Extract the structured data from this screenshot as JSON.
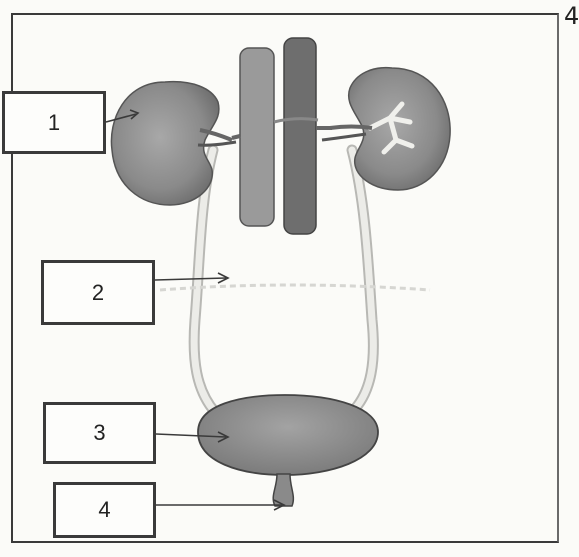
{
  "labels": {
    "l1": "1",
    "l2": "2",
    "l3": "3",
    "l4": "4"
  },
  "corner_mark": "4",
  "colors": {
    "organ": "#8c8c8c",
    "artery": "#6e6e6e",
    "vein": "#999999",
    "ureter": "#e4e4e0",
    "outline": "#3a3a3a"
  }
}
